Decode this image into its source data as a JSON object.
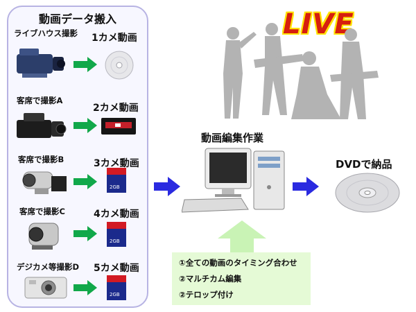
{
  "panel": {
    "title": "動画データ搬入"
  },
  "sources": [
    {
      "label": "ライブハウス撮影",
      "output": "1カメ動画"
    },
    {
      "label": "客席で撮影A",
      "output": "2カメ動画"
    },
    {
      "label": "客席で撮影B",
      "output": "3カメ動画"
    },
    {
      "label": "客席で撮影C",
      "output": "4カメ動画"
    },
    {
      "label": "デジカメ等撮影D",
      "output": "5カメ動画"
    }
  ],
  "live_logo": "LIVE",
  "editing": {
    "title": "動画編集作業"
  },
  "delivery": {
    "title": "DVDで納品"
  },
  "tasks": [
    "①全ての動画のタイミング合わせ",
    "②マルチカム編集",
    "②テロップ付け"
  ],
  "colors": {
    "green_arrow": "#11a84a",
    "blue_arrow": "#2a2ae0",
    "panel_border": "#b7b3e3",
    "task_bg": "#e5fad6",
    "logo_red": "#d61e0f",
    "logo_yellow": "#ffe200"
  }
}
